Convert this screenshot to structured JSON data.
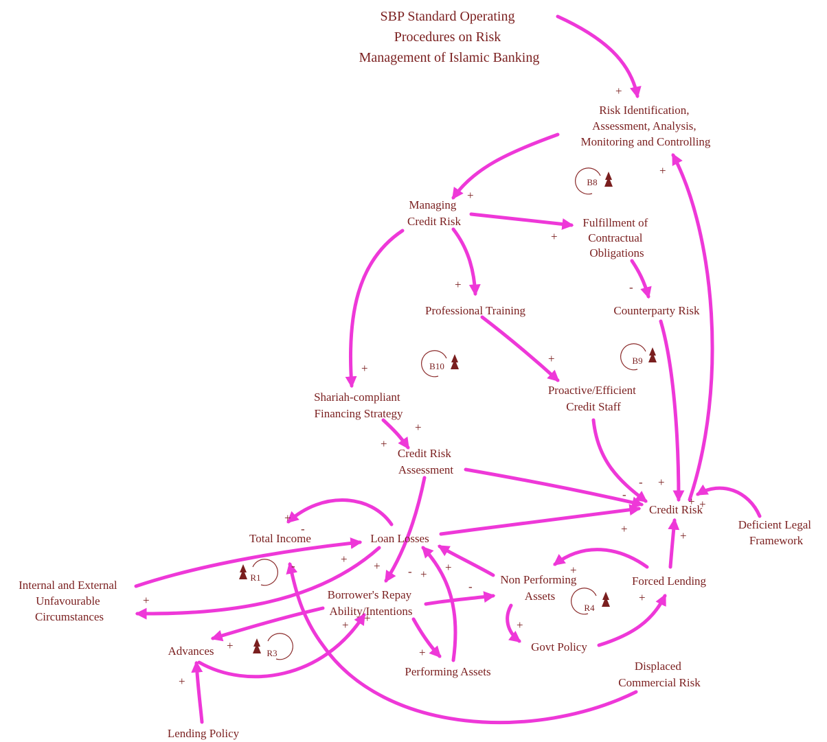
{
  "colors": {
    "arrow": "#ee38d8",
    "text": "#7a1f1f"
  },
  "nodes": {
    "sbp": [
      "SBP Standard Operating",
      "Procedures on Risk",
      "Management of Islamic Banking"
    ],
    "risk_identification": [
      "Risk Identification,",
      "Assessment, Analysis,",
      "Monitoring and Controlling"
    ],
    "managing_credit_risk": [
      "Managing",
      "Credit Risk"
    ],
    "fulfillment": [
      "Fulfillment of",
      "Contractual",
      "Obligations"
    ],
    "professional_training": [
      "Professional Training"
    ],
    "counterparty_risk": [
      "Counterparty Risk"
    ],
    "shariah_strategy": [
      "Shariah-compliant",
      "Financing Strategy"
    ],
    "proactive_staff": [
      "Proactive/Efficient",
      "Credit Staff"
    ],
    "credit_risk_assessment": [
      "Credit Risk",
      "Assessment"
    ],
    "credit_risk": [
      "Credit Risk"
    ],
    "deficient_legal": [
      "Deficient Legal",
      "Framework"
    ],
    "total_income": [
      "Total Income"
    ],
    "loan_losses": [
      "Loan Losses"
    ],
    "internal_external": [
      "Internal and External",
      "Unfavourable",
      "Circumstances"
    ],
    "non_performing": [
      "Non Performing",
      "Assets"
    ],
    "forced_lending": [
      "Forced Lending"
    ],
    "borrowers_repay": [
      "Borrower's Repay",
      "Ability/Intentions"
    ],
    "advances": [
      "Advances"
    ],
    "govt_policy": [
      "Govt Policy"
    ],
    "performing_assets": [
      "Performing Assets"
    ],
    "displaced_commercial": [
      "Displaced",
      "Commercial Risk"
    ],
    "lending_policy": [
      "Lending Policy"
    ]
  },
  "loops": [
    "B8",
    "B10",
    "B9",
    "R1",
    "R3",
    "R4"
  ],
  "signs": {
    "s1": "+",
    "s2": "+",
    "s3": "+",
    "s4": "+",
    "s5": "+",
    "s6": "-",
    "s7": "+",
    "s8": "+",
    "s9": "+",
    "s10": "+",
    "s11": "-",
    "s12": "-",
    "s13": "+",
    "s14": "+",
    "s15": "+",
    "s16": "+",
    "s17": "-",
    "s18": "+",
    "s19": "+",
    "s20": "-",
    "s21": "+",
    "s22": "+",
    "s23": "-",
    "s24": "+",
    "s25": "+",
    "s26": "-",
    "s27": "+",
    "s28": "+",
    "s29": "+",
    "s30": "+",
    "s31": "+",
    "s32": "+",
    "s33": "+",
    "s34": "+",
    "s35": "+"
  }
}
